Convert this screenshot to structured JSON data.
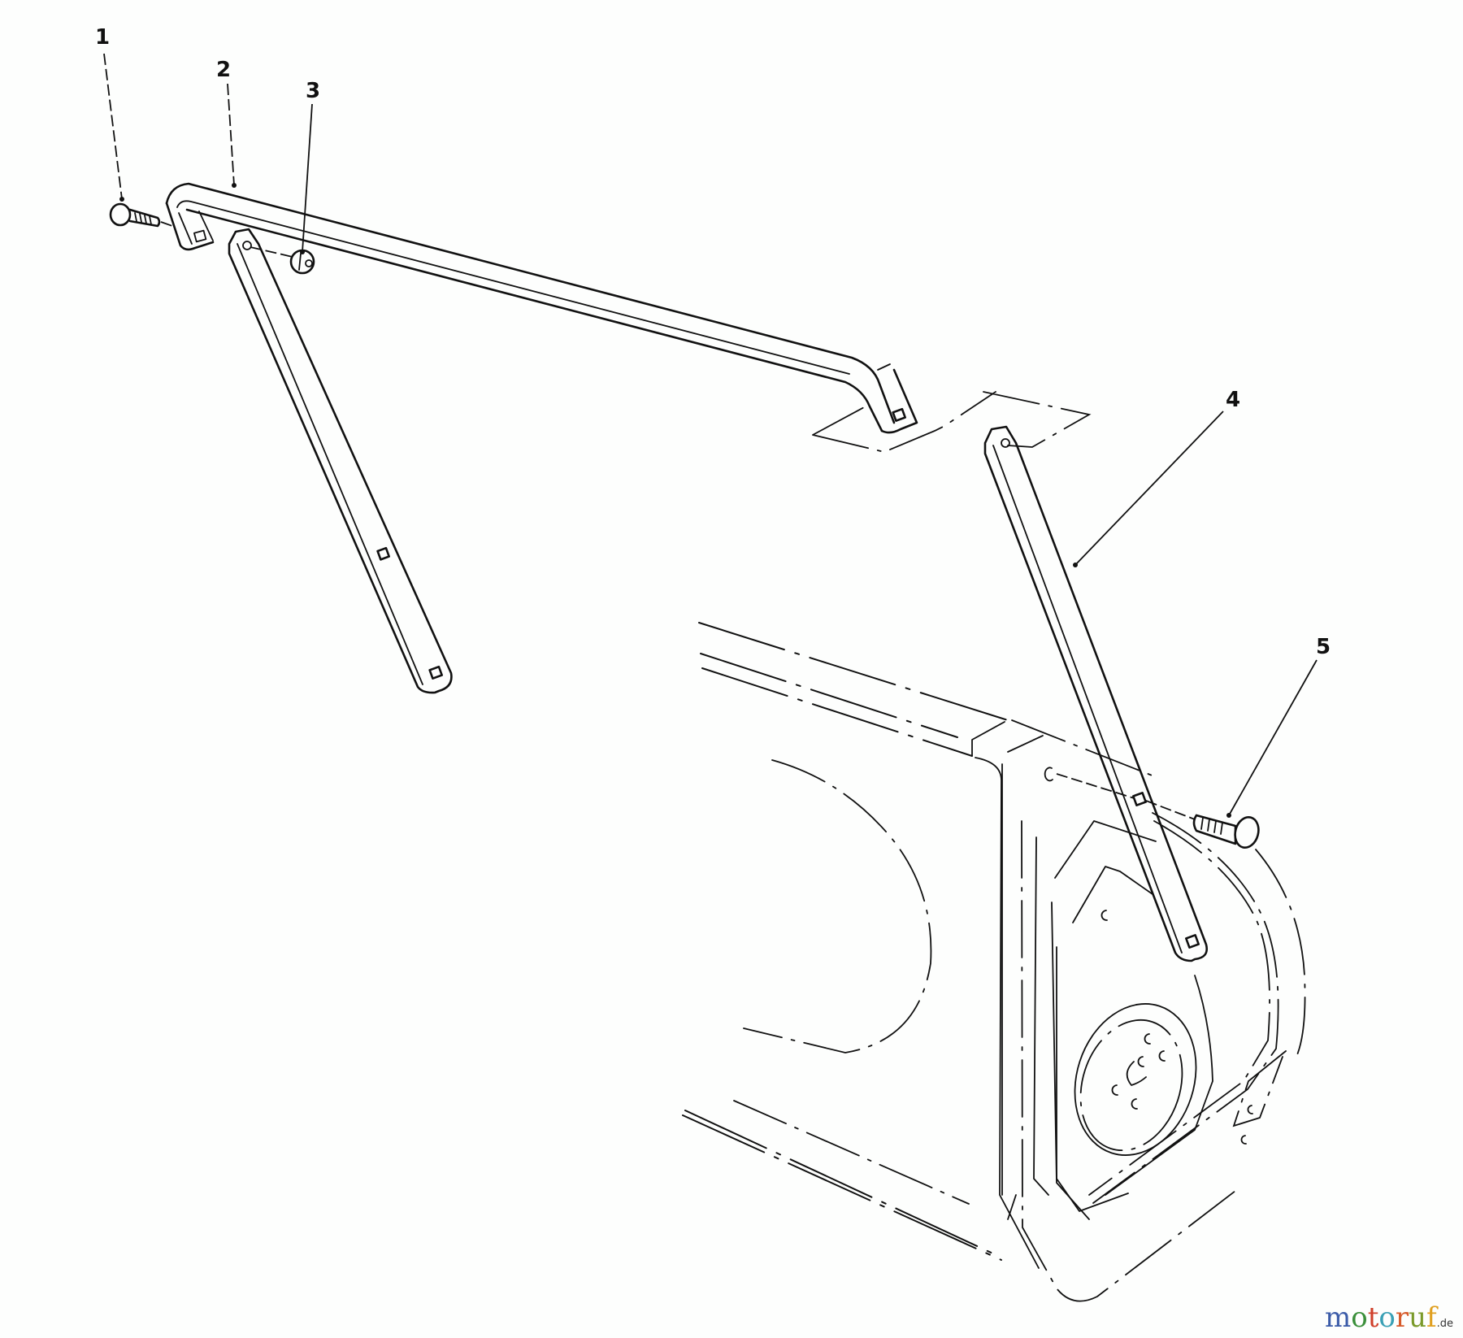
{
  "diagram": {
    "type": "exploded-parts-diagram",
    "subject": "handle assembly with housing",
    "callouts": [
      {
        "label": "1",
        "part": "carriage bolt (left)"
      },
      {
        "label": "2",
        "part": "handle"
      },
      {
        "label": "3",
        "part": "nut"
      },
      {
        "label": "4",
        "part": "brace (right)"
      },
      {
        "label": "5",
        "part": "carriage bolt (right)"
      }
    ]
  },
  "watermark": {
    "letters": [
      "m",
      "o",
      "t",
      "o",
      "r",
      "u",
      "f"
    ],
    "colors": [
      "#3b5ba8",
      "#3a8f3a",
      "#d0402b",
      "#3aa0b5",
      "#d65a2a",
      "#7a9a2a",
      "#e0a020"
    ],
    "suffix": ".de"
  }
}
